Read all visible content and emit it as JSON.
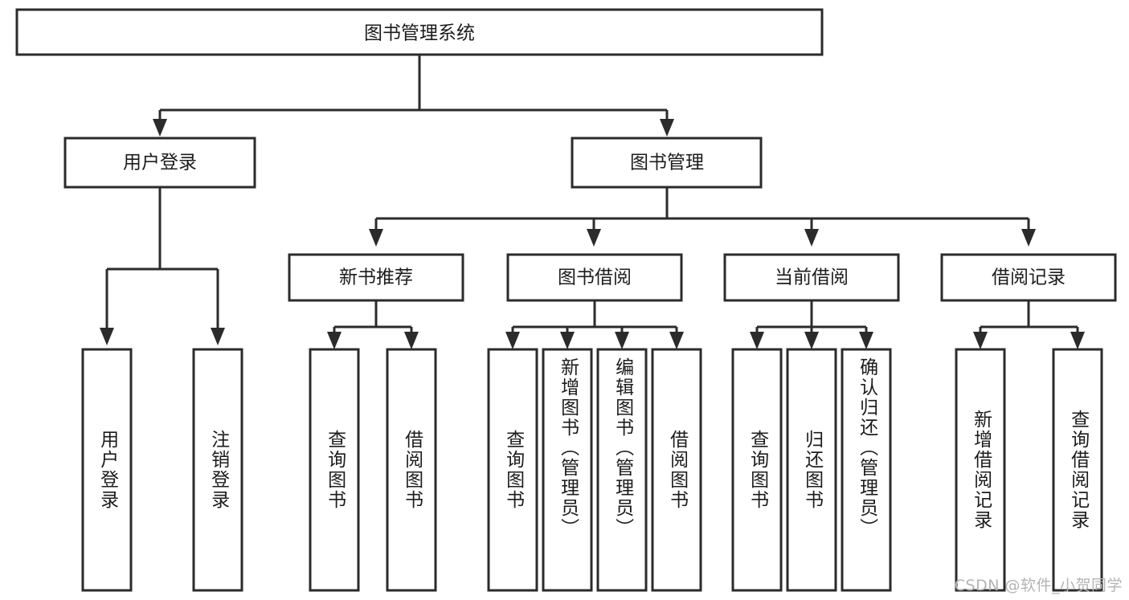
{
  "diagram": {
    "title": "图书管理系统",
    "type": "tree-hierarchy",
    "watermark": "CSDN @软件_小贺同学",
    "root": {
      "id": "root",
      "label": "图书管理系统",
      "orientation": "horizontal"
    },
    "level2": [
      {
        "id": "user-login",
        "label": "用户登录",
        "orientation": "horizontal"
      },
      {
        "id": "book-manage",
        "label": "图书管理",
        "orientation": "horizontal"
      }
    ],
    "level3": [
      {
        "id": "new-book-recommend",
        "label": "新书推荐",
        "parent": "book-manage",
        "orientation": "horizontal"
      },
      {
        "id": "book-borrow",
        "label": "图书借阅",
        "parent": "book-manage",
        "orientation": "horizontal"
      },
      {
        "id": "current-borrow",
        "label": "当前借阅",
        "parent": "book-manage",
        "orientation": "horizontal"
      },
      {
        "id": "borrow-record",
        "label": "借阅记录",
        "parent": "book-manage",
        "orientation": "horizontal"
      }
    ],
    "leaves": [
      {
        "id": "leaf-user-login",
        "label": "用户登录",
        "parent": "user-login",
        "orientation": "vertical"
      },
      {
        "id": "leaf-user-logout",
        "label": "注销登录",
        "parent": "user-login",
        "orientation": "vertical"
      },
      {
        "id": "leaf-query-book-rec",
        "label": "查询图书",
        "parent": "new-book-recommend",
        "orientation": "vertical"
      },
      {
        "id": "leaf-borrow-book-rec",
        "label": "借阅图书",
        "parent": "new-book-recommend",
        "orientation": "vertical"
      },
      {
        "id": "leaf-query-book-borrow",
        "label": "查询图书",
        "parent": "book-borrow",
        "orientation": "vertical"
      },
      {
        "id": "leaf-add-book-admin",
        "label": "新增图书（管理员）",
        "parent": "book-borrow",
        "orientation": "vertical"
      },
      {
        "id": "leaf-edit-book-admin",
        "label": "编辑图书（管理员）",
        "parent": "book-borrow",
        "orientation": "vertical"
      },
      {
        "id": "leaf-borrow-book",
        "label": "借阅图书",
        "parent": "book-borrow",
        "orientation": "vertical"
      },
      {
        "id": "leaf-query-book-current",
        "label": "查询图书",
        "parent": "current-borrow",
        "orientation": "vertical"
      },
      {
        "id": "leaf-return-book",
        "label": "归还图书",
        "parent": "current-borrow",
        "orientation": "vertical"
      },
      {
        "id": "leaf-confirm-return-admin",
        "label": "确认归还（管理员）",
        "parent": "current-borrow",
        "orientation": "vertical"
      },
      {
        "id": "leaf-add-borrow-record",
        "label": "新增借阅记录",
        "parent": "borrow-record",
        "orientation": "vertical"
      },
      {
        "id": "leaf-query-borrow-record",
        "label": "查询借阅记录",
        "parent": "borrow-record",
        "orientation": "vertical"
      }
    ],
    "colors": {
      "stroke": "#2b2b2b",
      "fill": "#ffffff",
      "text": "#1c1c1c",
      "watermark": "#b4b4b4"
    }
  }
}
